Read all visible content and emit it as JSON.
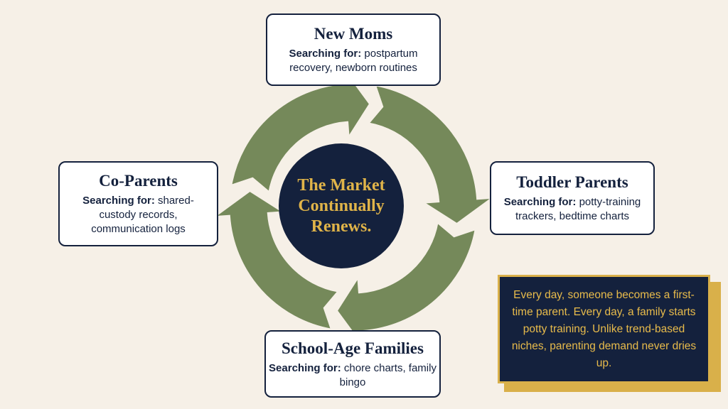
{
  "colors": {
    "background": "#f6f0e7",
    "navy": "#14213d",
    "arrow_green": "#75895a",
    "gold": "#e0b449"
  },
  "center": {
    "text": "The Market Continually Renews."
  },
  "nodes": {
    "new_moms": {
      "title": "New Moms",
      "label": "Searching for:",
      "text": "postpartum recovery, newborn routines"
    },
    "toddler_parents": {
      "title": "Toddler Parents",
      "label": "Searching for:",
      "text": "potty-training trackers, bedtime charts"
    },
    "school_age_families": {
      "title": "School-Age Families",
      "label": "Searching for:",
      "text": "chore charts, family bingo"
    },
    "co_parents": {
      "title": "Co-Parents",
      "label": "Searching for:",
      "text": "shared-custody records, communication logs"
    }
  },
  "callout": {
    "text": "Every day, someone becomes a first-time parent. Every day, a family starts potty training. Unlike trend-based niches, parenting demand never dries up."
  }
}
